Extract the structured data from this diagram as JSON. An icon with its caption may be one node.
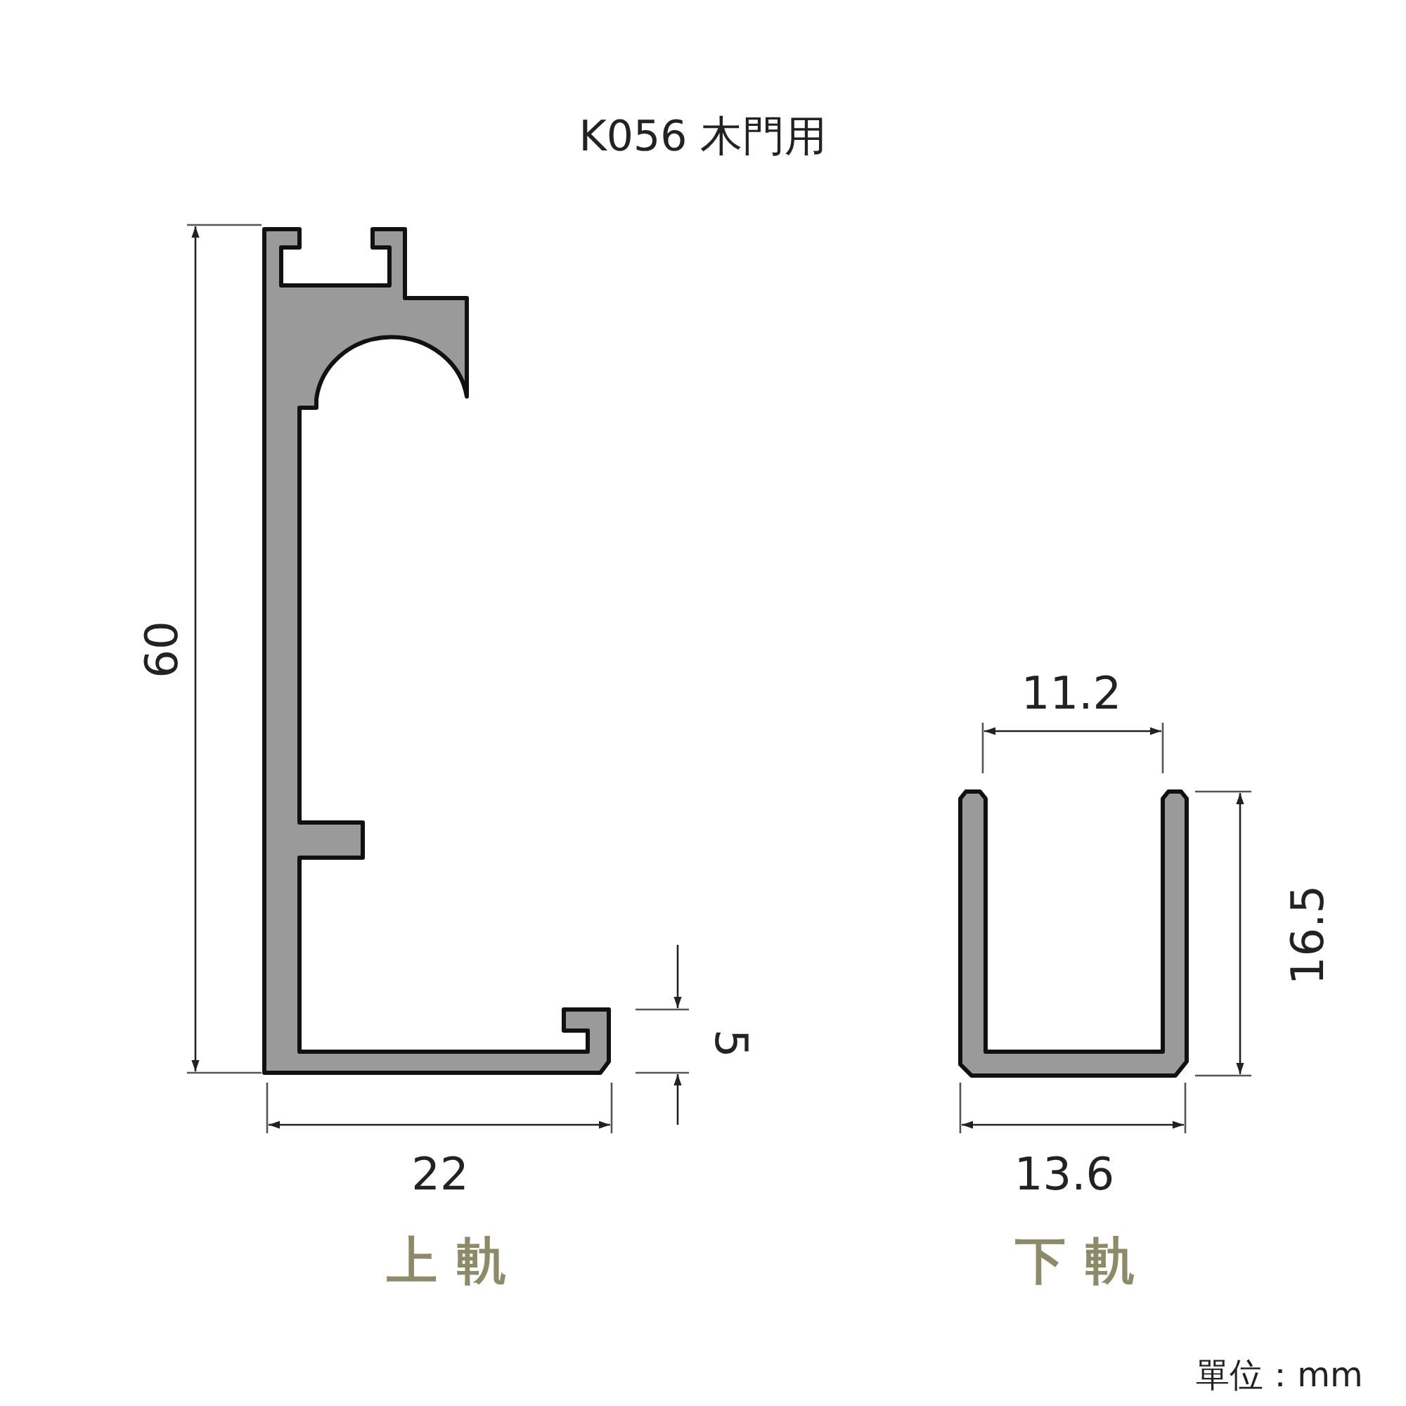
{
  "diagram": {
    "title": "K056 木門用",
    "labels": [
      "60",
      "22",
      "5",
      "上軌",
      "11.2",
      "16.5",
      "13.6",
      "下軌",
      "單位：mm"
    ]
  }
}
